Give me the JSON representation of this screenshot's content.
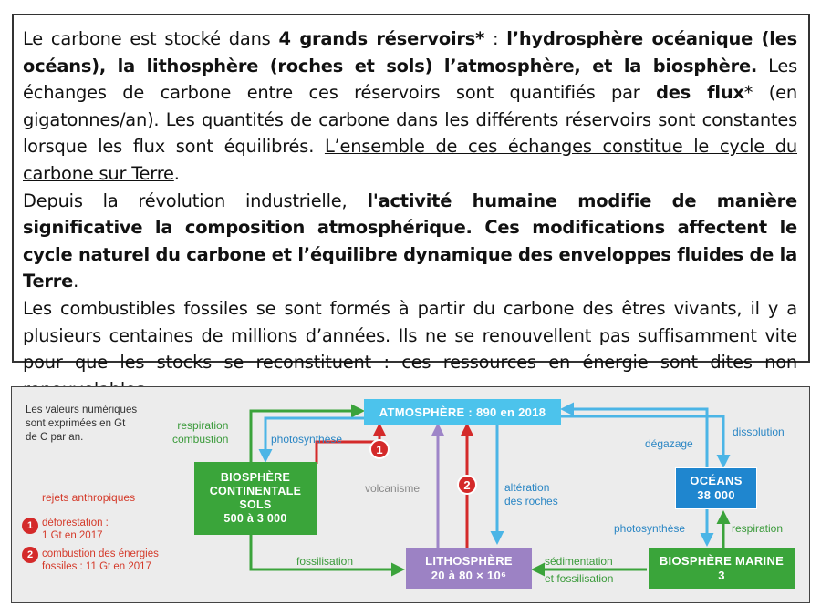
{
  "text_block": {
    "paragraphs": [
      [
        {
          "t": "Le carbone est stocké dans ",
          "s": "normal"
        },
        {
          "t": "4 grands réservoirs*",
          "s": "bold"
        },
        {
          "t": " : ",
          "s": "normal"
        },
        {
          "t": "l’hydrosphère océanique (les océans), la lithosphère (roches et sols) l’atmosphère, et la biosphère.",
          "s": "bold"
        },
        {
          "t": " Les échanges de carbone entre ces réservoirs sont quantifiés par ",
          "s": "normal"
        },
        {
          "t": "des flux",
          "s": "bold"
        },
        {
          "t": "* (en gigatonnes/an). Les quantités de carbone dans les différents réservoirs sont constantes lorsque les flux sont équilibrés. ",
          "s": "normal"
        },
        {
          "t": "L’ensemble de ces échanges constitue le cycle du carbone sur Terre",
          "s": "underline"
        },
        {
          "t": ".",
          "s": "normal"
        }
      ],
      [
        {
          "t": "Depuis la révolution industrielle, ",
          "s": "normal"
        },
        {
          "t": "l'activité humaine modifie de manière significative la composition atmosphérique. Ces modifications affectent le cycle naturel du carbone et l’équilibre dynamique des enveloppes fluides de la Terre",
          "s": "bold"
        },
        {
          "t": ".",
          "s": "normal"
        }
      ],
      [
        {
          "t": "Les combustibles fossiles se sont formés à partir du carbone des êtres vivants, il y a plusieurs centaines de millions d’années. Ils ne se renouvellent pas suffisamment vite pour que les stocks se reconstituent : ces ressources en énergie sont dites non renouvelables.",
          "s": "normal"
        }
      ]
    ]
  },
  "diagram": {
    "note": [
      "Les valeurs numériques",
      "sont exprimées en Gt",
      "de C par an."
    ],
    "legend": {
      "title": "rejets anthropiques",
      "items": [
        {
          "num": "1",
          "lines": [
            "déforestation :",
            "1 Gt en 2017"
          ]
        },
        {
          "num": "2",
          "lines": [
            "combustion des énergies",
            "fossiles : 11 Gt en 2017"
          ]
        }
      ]
    },
    "reservoirs": {
      "atmosphere": "ATMOSPHÈRE : 890 en 2018",
      "biosphere_continentale": [
        "BIOSPHÈRE",
        "CONTINENTALE",
        "SOLS",
        "500 à 3 000"
      ],
      "oceans": [
        "OCÉANS",
        "38 000"
      ],
      "lithosphere": [
        "LITHOSPHÈRE",
        "20 à 80 × 10⁶"
      ],
      "biosphere_marine": [
        "BIOSPHÈRE MARINE",
        "3"
      ]
    },
    "flux": {
      "respiration_combustion": [
        "respiration",
        "combustion"
      ],
      "photosynthese_cont": "photosynthèse",
      "volcanisme": "volcanisme",
      "alteration": [
        "altération",
        "des roches"
      ],
      "degazage": "dégazage",
      "dissolution": "dissolution",
      "photosynthese_marine": "photosynthèse",
      "respiration_marine": "respiration",
      "fossilisation": "fossilisation",
      "sedimentation": [
        "sédimentation",
        "et fossilisation"
      ]
    },
    "badges": {
      "one": "1",
      "two": "2"
    },
    "colors": {
      "green_box": "#3aa53a",
      "blue_box": "#1f86cf",
      "atmo_box": "#4cc3ec",
      "litho_box": "#9c82c4",
      "red_arrow": "#d42a2a",
      "green_arrow": "#3ba33b",
      "blue_arrow": "#4bb5e6",
      "purple_arrow": "#9e85c8"
    }
  }
}
